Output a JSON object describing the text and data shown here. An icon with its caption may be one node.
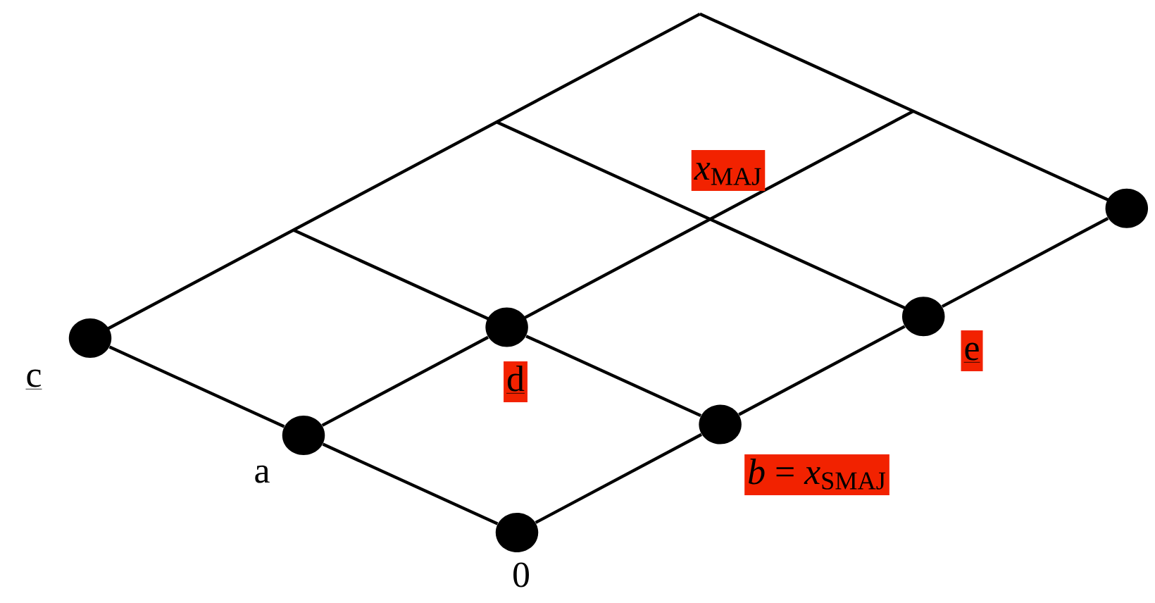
{
  "diagram": {
    "nodes": [
      {
        "text": [],
        "shape": "circle",
        "beside": [
          "c"
        ]
      },
      {
        "text": [],
        "shape": "circle",
        "beside": [
          "d"
        ]
      },
      {
        "text": [],
        "shape": "circle",
        "beside": [
          "e"
        ]
      },
      {
        "text": [],
        "shape": "circle"
      },
      {
        "text": [],
        "shape": "circle",
        "beside": [
          "a"
        ]
      },
      {
        "text": [],
        "shape": "circle",
        "beside": [
          "*b* = *x*$_{SMAJ}$"
        ]
      },
      {
        "text": [],
        "shape": "circle",
        "beside": [
          "0"
        ]
      }
    ],
    "edges": [
      {
        "from": 0,
        "to": 4,
        "arrow": "none"
      },
      {
        "from": 4,
        "to": 6,
        "arrow": "none"
      },
      {
        "from": 4,
        "to": 1,
        "arrow": "none"
      },
      {
        "from": 6,
        "to": 5,
        "arrow": "none"
      },
      {
        "from": 5,
        "to": 1,
        "arrow": "none"
      },
      {
        "from": 5,
        "to": 2,
        "arrow": "none"
      },
      {
        "from": 2,
        "to": 3,
        "arrow": "none"
      }
    ],
    "labels": [
      "*x*$_{MAJ}$"
    ]
  }
}
